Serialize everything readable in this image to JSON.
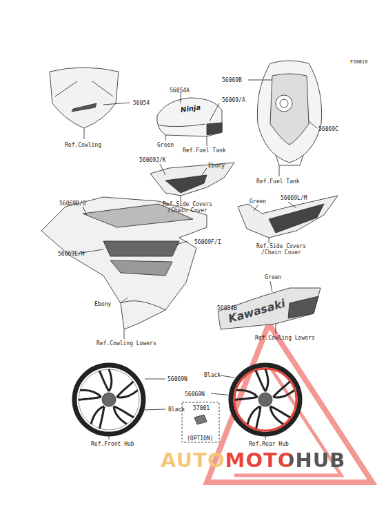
{
  "diagram": {
    "labels": [
      "F28619",
      "56069B",
      "56054A",
      "56069/A",
      "56054",
      "Ninja",
      "Ref.Cowling",
      "Green",
      "Ref.Fuel Tank",
      "56069C",
      "Ref.Fuel Tank",
      "56069J/K",
      "Ebony",
      "Ref.Side Covers /Chain Cover",
      "56069D/G",
      "Green",
      "56069L/M",
      "56069F/I",
      "56069E/H",
      "Ref.Side Covers /Chain Cover",
      "Ebony",
      "Ref.Cowling Lowers",
      "Green",
      "56054B",
      "Kawasaki",
      "Ref.Cowling Lowers",
      "Black",
      "56069N",
      "56069N",
      "Black",
      "57001",
      "(OPTION)",
      "Ref.Front Hub",
      "Ref.Rear Hub",
      "AUTOMOTOHUB"
    ]
  }
}
